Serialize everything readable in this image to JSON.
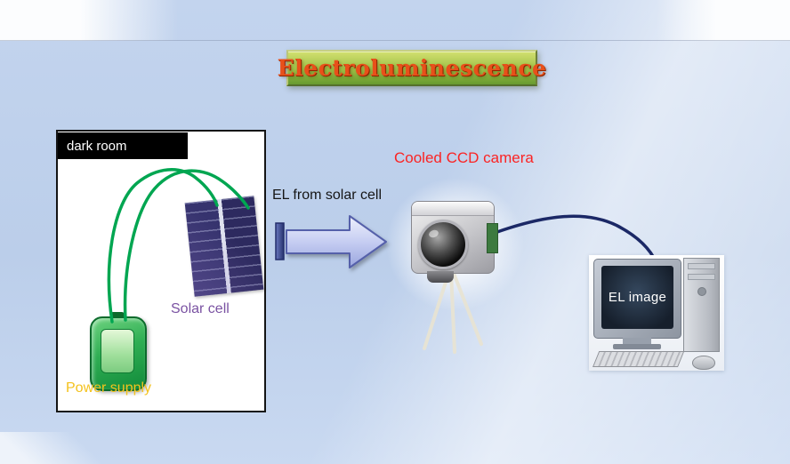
{
  "slide": {
    "title": "Electroluminescence",
    "background_color": "#bfd1ea",
    "title_box": {
      "text_color": "#e8501a",
      "bg_top": "#d3e070",
      "bg_bottom": "#679a2f",
      "border_color": "#a9b26b"
    }
  },
  "dark_room": {
    "label": "dark room",
    "header_bg": "#000000",
    "header_text_color": "#ffffff",
    "solar_cell": {
      "label": "Solar cell",
      "label_color": "#7a52a2",
      "panel_color": "#33306b"
    },
    "power_supply": {
      "label": "Power supply",
      "label_color": "#f4c21d",
      "body_color": "#23a14b"
    },
    "wire_color": "#00a651"
  },
  "flow_arrow": {
    "label": "EL from solar cell",
    "label_color": "#161616",
    "fill_top": "#eef1fc",
    "fill_bottom": "#9aa6de",
    "border_color": "#5560aa"
  },
  "camera": {
    "label": "Cooled CCD camera",
    "label_color": "#fb2323",
    "cable_color": "#1b2866"
  },
  "computer": {
    "screen_label": "EL image",
    "screen_label_color": "#ffffff"
  }
}
